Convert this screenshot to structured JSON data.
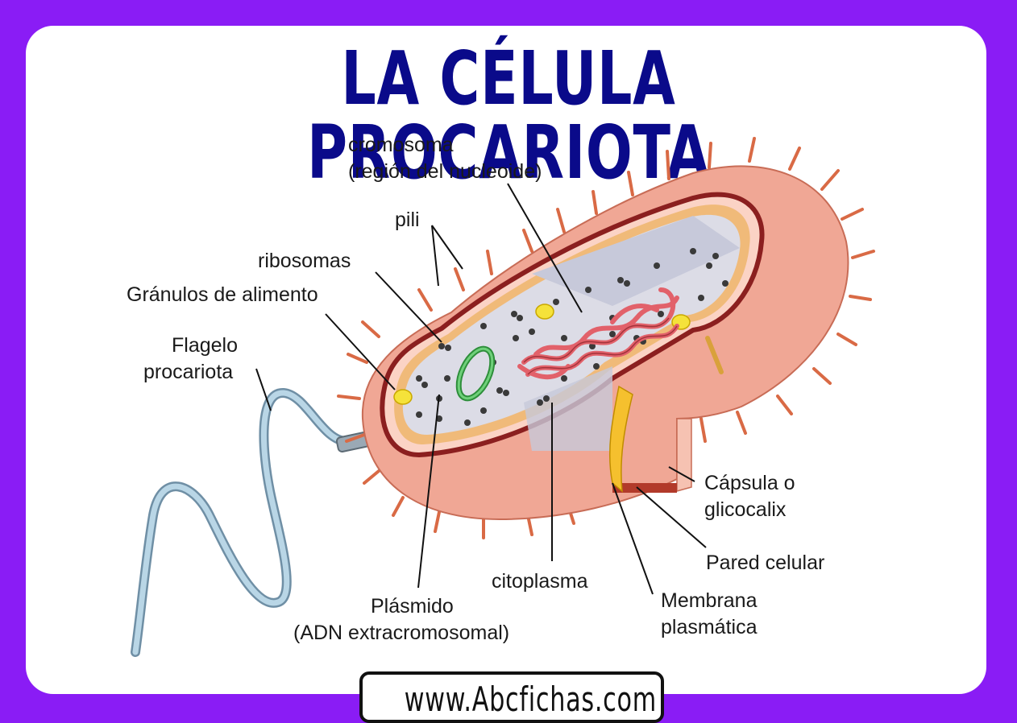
{
  "title": "LA CÉLULA PROCARIOTA",
  "labels": {
    "cromosoma": "cromosoma",
    "nucleoide": "(región del nucleoide)",
    "pili": "pili",
    "ribosomas": "ribosomas",
    "granulos": "Gránulos de alimento",
    "flagelo": "Flagelo",
    "procariota": "procariota",
    "plasmido": "Plásmido",
    "adn": "(ADN extracromosomal)",
    "citoplasma": "citoplasma",
    "membrana": "Membrana",
    "plasmatica": "plasmática",
    "pared": "Pared celular",
    "capsula": "Cápsula o",
    "glicocalix": "glicocalix"
  },
  "footer": "www.Abcfichas.com",
  "colors": {
    "background": "#8a1cf5",
    "title": "#0a0a8a",
    "capsule": "#f0a795",
    "cytoplasm": "#dcdce6",
    "chromosome": "#e2616a",
    "plasmid": "#3cb44a",
    "granule": "#f5e23a",
    "flagellum": "#9fc3d8"
  }
}
